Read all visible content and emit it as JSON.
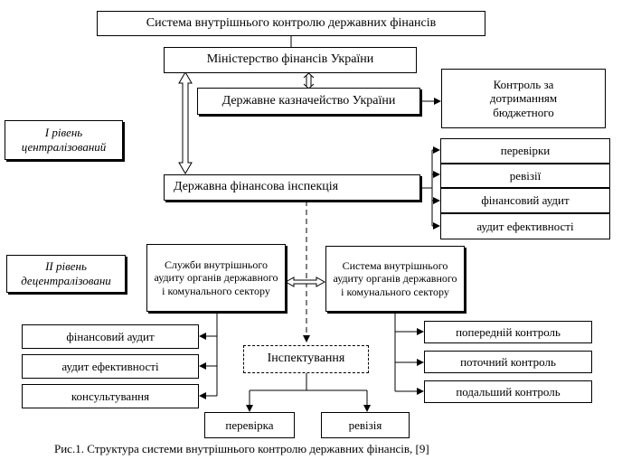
{
  "diagram": {
    "title": "Система внутрішнього контролю державних фінансів",
    "ministry": "Міністерство фінансів України",
    "treasury": "Державне казначейство України",
    "treasury_control": "Контроль за дотриманням бюджетного",
    "inspection": "Державна фінансова інспекція",
    "level1": "І рівень централізований",
    "level2": "ІІ рівень децентралізовани",
    "inspection_functions": [
      "перевірки",
      "ревізії",
      "фінансовий аудит",
      "аудит ефективності"
    ],
    "internal_audit": "Служби внутрішнього аудиту органів державного і комунального сектору",
    "internal_system": "Система внутрішнього аудиту органів державного і комунального сектору",
    "audit_functions": [
      "фінансовий аудит",
      "аудит ефективності",
      "консультування"
    ],
    "control_types": [
      "попередній контроль",
      "поточний контроль",
      "подальший контроль"
    ],
    "inspecting": "Інспектування",
    "inspecting_children": [
      "перевірка",
      "ревізія"
    ]
  },
  "caption": "Рис.1. Структура системи внутрішнього контролю державних фінансів, [9]"
}
